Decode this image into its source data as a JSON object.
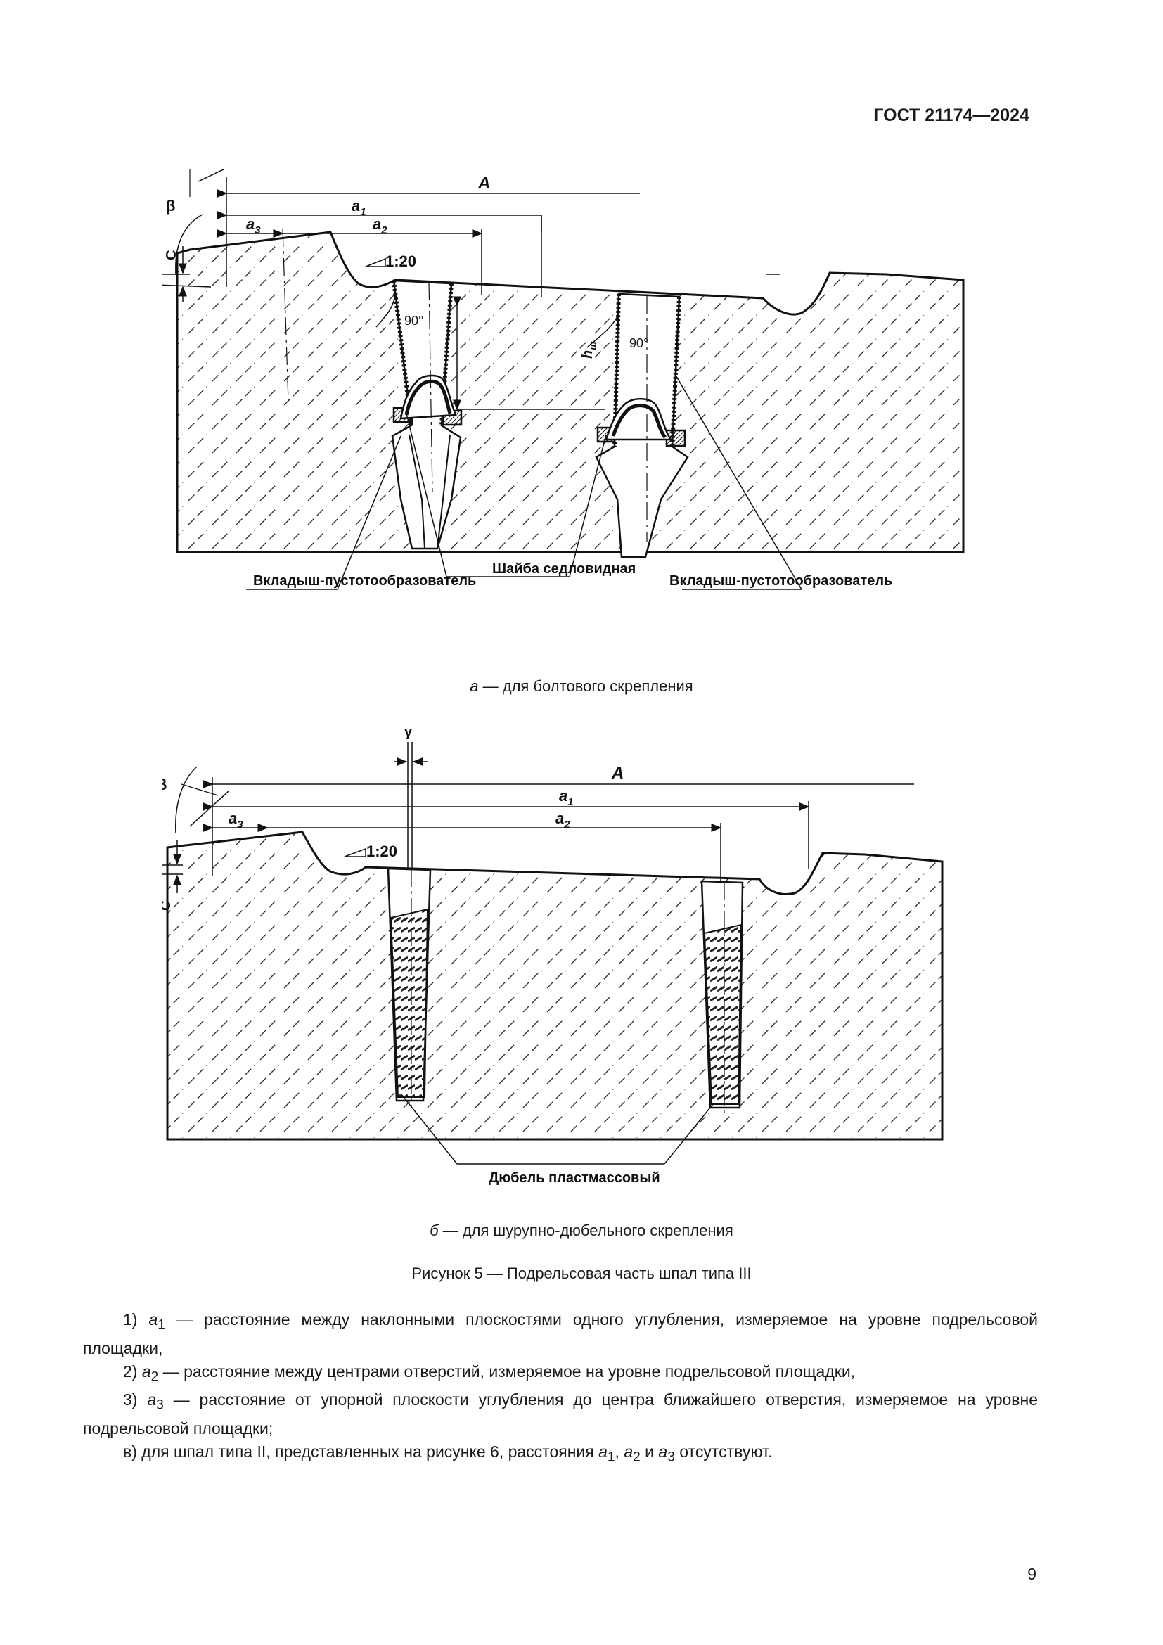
{
  "header": {
    "standard": "ГОСТ 21174—2024"
  },
  "figure_a": {
    "labels": {
      "A": "A",
      "a1": "a",
      "a1_sub": "1",
      "a2": "a",
      "a2_sub": "2",
      "a3": "a",
      "a3_sub": "3",
      "slope": "1:20",
      "beta": "β",
      "C": "C",
      "angle1": "90°",
      "angle2": "90°",
      "h": "h",
      "h_sub": "ш",
      "washer": "Шайба седловидная",
      "insert_left": "Вкладыш-пустотообразователь",
      "insert_right": "Вкладыш-пустотообразователь"
    },
    "caption_letter": "а",
    "caption_text": " — для болтового скрепления"
  },
  "figure_b": {
    "labels": {
      "A": "A",
      "a1": "a",
      "a1_sub": "1",
      "a2": "a",
      "a2_sub": "2",
      "a3": "a",
      "a3_sub": "3",
      "slope": "1:20",
      "beta": "β",
      "gamma": "γ",
      "C": "C",
      "dowel": "Дюбель пластмассовый"
    },
    "caption_letter": "б",
    "caption_text": " — для шурупно-дюбельного скрепления"
  },
  "figure_caption": "Рисунок 5 — Подрельсовая часть шпал типа III",
  "notes": [
    {
      "prefix": "1) ",
      "var": "a",
      "sub": "1",
      "text": " — расстояние между наклонными плоскостями одного углубления, измеряемое на уровне подрельсовой площадки,"
    },
    {
      "prefix": "2) ",
      "var": "a",
      "sub": "2",
      "text": " — расстояние между центрами отверстий, измеряемое на уровне подрельсовой площадки,"
    },
    {
      "prefix": "3) ",
      "var": "a",
      "sub": "3",
      "text": " — расстояние от упорной плоскости углубления до центра ближайшего отверстия, измеряемое на уровне подрельсовой площадки;"
    }
  ],
  "note_v": {
    "prefix": "в)  для шпал типа II, представленных на рисунке 6, расстояния ",
    "v1": "a",
    "s1": "1",
    "sep1": ", ",
    "v2": "a",
    "s2": "2",
    "sep2": " и ",
    "v3": "a",
    "s3": "3",
    "suffix": " отсутствуют."
  },
  "page_number": "9"
}
